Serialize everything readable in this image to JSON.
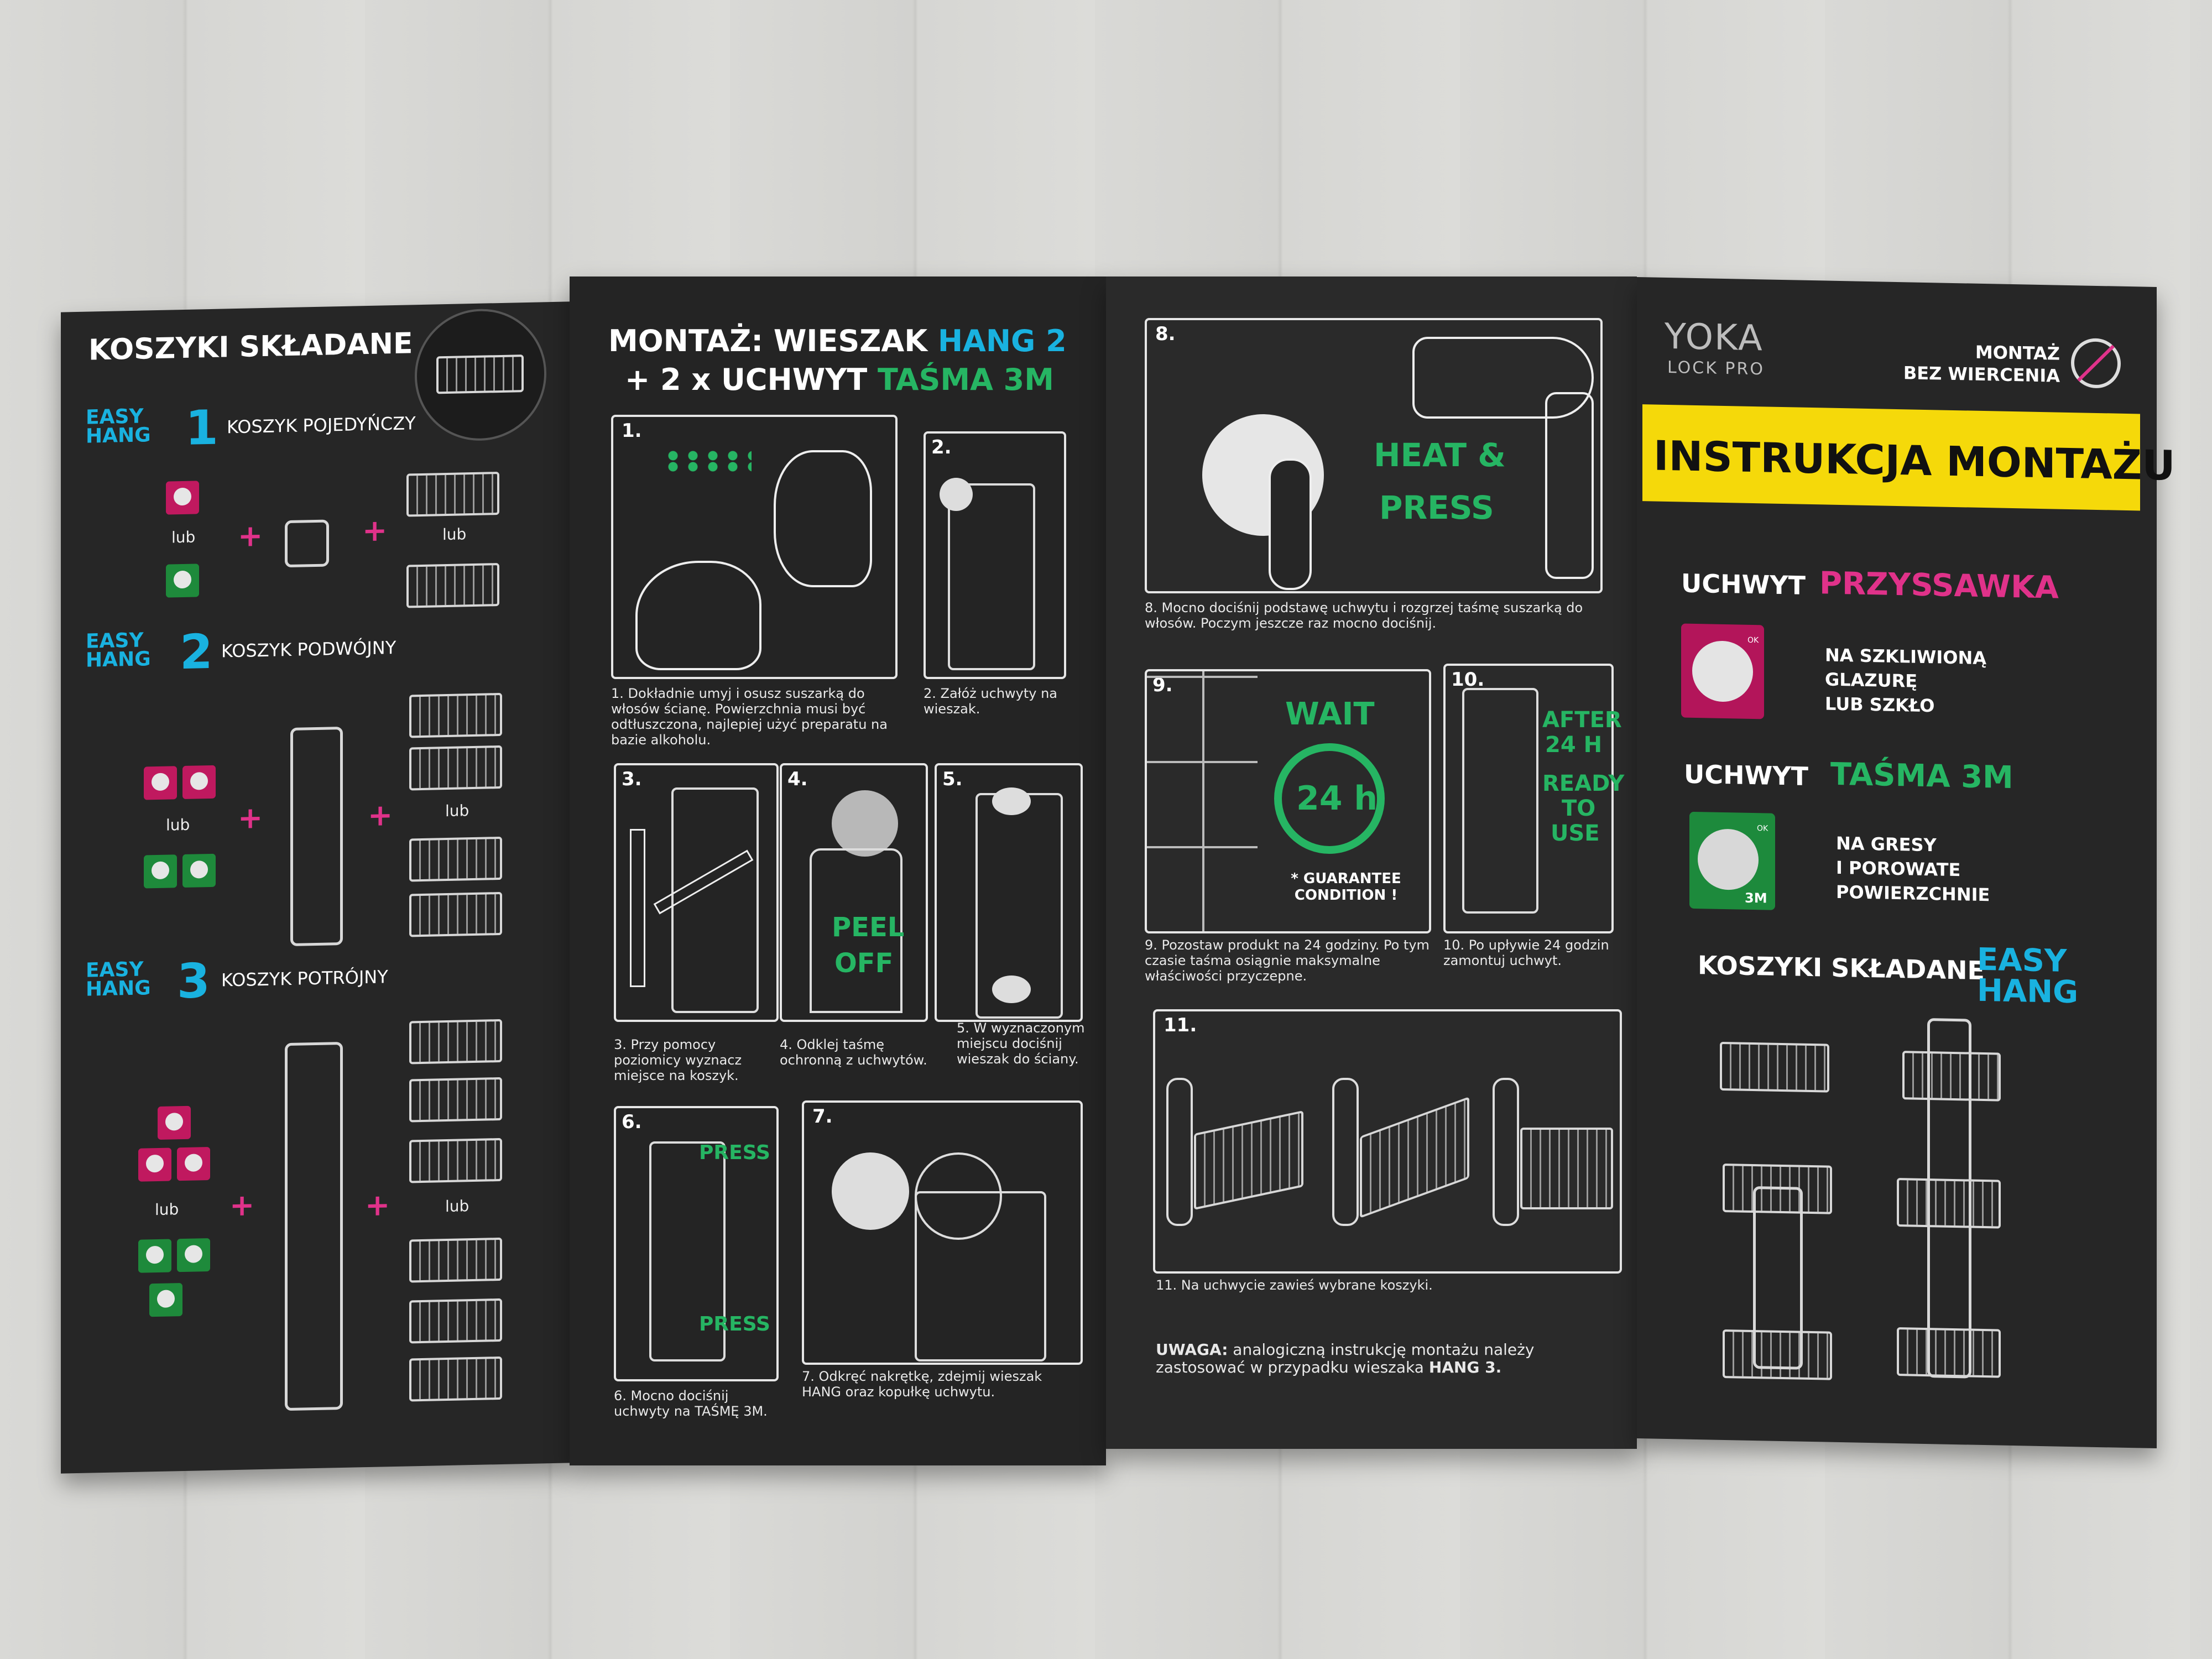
{
  "panel1": {
    "title": "KOSZYKI SKŁADANE",
    "easy": "EASY",
    "hang": "HANG",
    "sets": [
      {
        "number": "1",
        "label": "KOSZYK POJEDYŃCZY"
      },
      {
        "number": "2",
        "label": "KOSZYK PODWÓJNY"
      },
      {
        "number": "3",
        "label": "KOSZYK POTRÓJNY"
      }
    ],
    "or": "lub",
    "plus": "+"
  },
  "panel2": {
    "title_line1_a": "MONTAŻ: WIESZAK ",
    "title_line1_b": "HANG 2",
    "title_line2_a": "+ 2 x UCHWYT ",
    "title_line2_b": "TAŚMA 3M",
    "steps": [
      {
        "n": "1.",
        "text": "1. Dokładnie umyj i osusz suszarką do włosów ścianę. Powierzchnia musi być odtłuszczona, najlepiej użyć preparatu na bazie alkoholu."
      },
      {
        "n": "2.",
        "text": "2. Załóż uchwyty na wieszak."
      },
      {
        "n": "3.",
        "text": "3. Przy pomocy poziomicy wyznacz miejsce na koszyk."
      },
      {
        "n": "4.",
        "text": "4. Odklej taśmę ochronną z uchwytów."
      },
      {
        "n": "5.",
        "text": "5. W wyznaczonym miejscu dociśnij wieszak do ściany."
      },
      {
        "n": "6.",
        "text": "6. Mocno dociśnij uchwyty na TAŚMĘ 3M."
      },
      {
        "n": "7.",
        "text": "7. Odkręć nakrętkę, zdejmij wieszak HANG oraz kopułkę uchwytu."
      }
    ],
    "peel": "PEEL",
    "off": "OFF",
    "press": "PRESS"
  },
  "panel3": {
    "heat": "HEAT &",
    "press": "PRESS",
    "wait": "WAIT",
    "hours": "24 h",
    "guarantee": "* GUARANTEE CONDITION !",
    "after": "AFTER",
    "after_h": "24 H",
    "ready": "READY",
    "to": "TO",
    "use": "USE",
    "steps": [
      {
        "n": "8.",
        "text": "8. Mocno dociśnij podstawę uchwytu i rozgrzej taśmę suszarką do włosów. Poczym jeszcze raz mocno dociśnij."
      },
      {
        "n": "9.",
        "text": "9. Pozostaw produkt na 24 godziny. Po tym czasie taśma osiągnie maksymalne właściwości przyczepne."
      },
      {
        "n": "10.",
        "text": "10. Po upływie 24 godzin zamontuj uchwyt."
      },
      {
        "n": "11.",
        "text": "11. Na uchwycie zawieś wybrane koszyki."
      }
    ],
    "note_label": "UWAGA:",
    "note_text": " analogiczną instrukcję montażu należy zastosować w przypadku wieszaka ",
    "note_bold": "HANG 3."
  },
  "panel4": {
    "brand": "YOKA",
    "brand_sub": "LOCK PRO",
    "montaz": "MONTAŻ",
    "bez": "BEZ WIERCENIA",
    "banner": "INSTRUKCJA MONTAŻU",
    "uchwyt": "UCHWYT",
    "przyssawka": "PRZYSSAWKA",
    "przyssawka_desc": [
      "NA SZKLIWIONĄ",
      "GLAZURĘ",
      "LUB SZKŁO"
    ],
    "tasma": "TAŚMA 3M",
    "tasma_desc": [
      "NA GRESY",
      "I POROWATE",
      "POWIERZCHNIE"
    ],
    "ok": "OK",
    "three_m": "3M",
    "koszyki": "KOSZYKI SKŁADANE",
    "easy": "EASY",
    "hang": "HANG"
  }
}
